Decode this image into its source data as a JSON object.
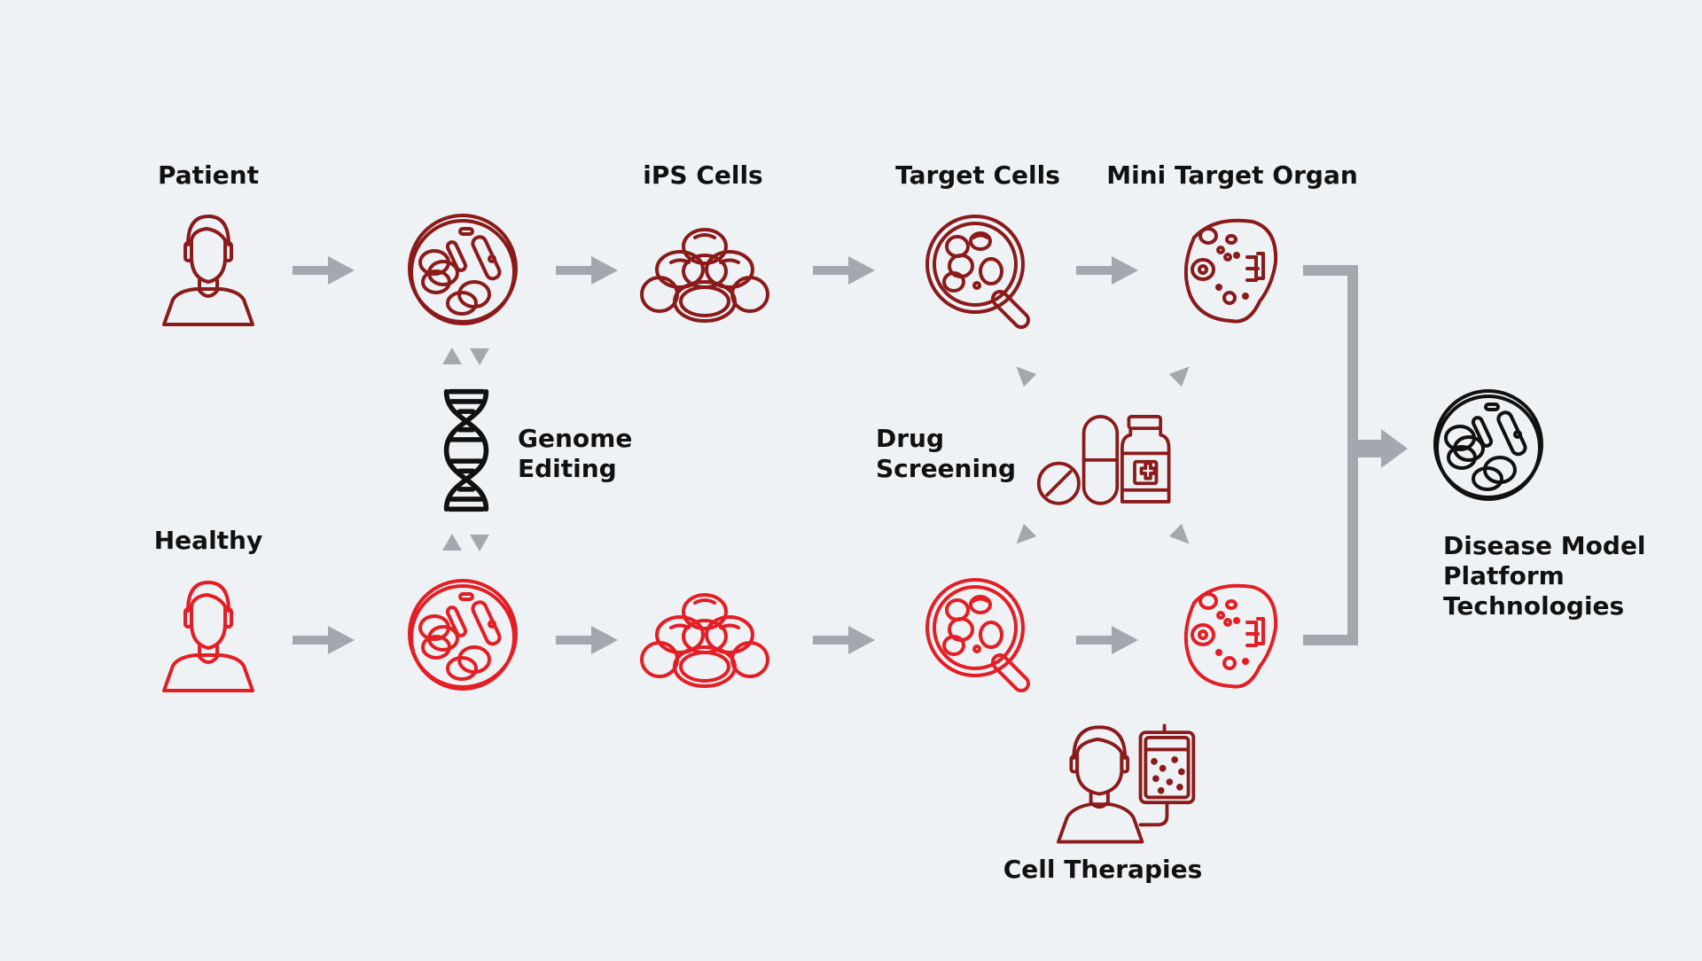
{
  "colors": {
    "dark_red": "#8b1a1a",
    "bright_red": "#e31e24",
    "black": "#111111",
    "arrow_gray": "#a4a7ad",
    "background": "#eef2f5"
  },
  "labels": {
    "patient": "Patient",
    "healthy": "Healthy",
    "ips_cells": "iPS Cells",
    "target_cells": "Target Cells",
    "mini_target_organ": "Mini Target Organ",
    "genome_editing": [
      "Genome",
      "Editing"
    ],
    "drug_screening": [
      "Drug",
      "Screening"
    ],
    "disease_model": [
      "Disease Model",
      "Platform",
      "Technologies"
    ],
    "cell_therapies": "Cell Therapies"
  },
  "icons": {
    "row_patient": [
      "person-icon",
      "petri-dish-icon",
      "cell-cluster-icon",
      "magnifier-cells-icon",
      "organoid-icon"
    ],
    "row_healthy": [
      "person-icon",
      "petri-dish-icon",
      "cell-cluster-icon",
      "magnifier-cells-icon",
      "organoid-icon"
    ],
    "center": [
      "dna-helix-icon",
      "pills-bottle-icon",
      "patient-iv-icon"
    ],
    "result": "petri-dish-icon"
  }
}
